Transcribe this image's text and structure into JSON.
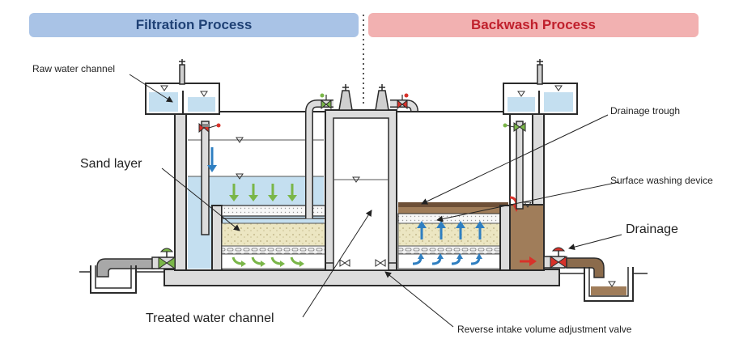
{
  "banners": {
    "filtration": "Filtration Process",
    "backwash": "Backwash Process"
  },
  "labels": {
    "raw_water_channel": "Raw water channel",
    "sand_layer": "Sand layer",
    "treated_water_channel": "Treated water channel",
    "drainage_trough": "Drainage trough",
    "surface_washing_device": "Surface washing device",
    "drainage": "Drainage",
    "reverse_intake_valve": "Reverse intake volume adjustment valve"
  },
  "colors": {
    "water": "#c4dff0",
    "sand": "#ece6c2",
    "dirty_water": "#a07d5a",
    "structure": "#dcdcdc",
    "outline": "#2b2b2b",
    "flow_green": "#7ab648",
    "flow_blue": "#2f7fc1",
    "flow_red": "#d8322a"
  }
}
